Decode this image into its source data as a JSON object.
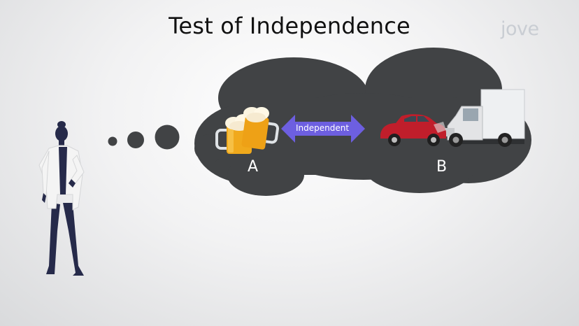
{
  "title": "Test of Independence",
  "logo": {
    "text": "jove"
  },
  "diagram": {
    "arrow_label": "Independent",
    "event_a": {
      "label": "A",
      "icon": "beer-mugs-icon"
    },
    "event_b": {
      "label": "B",
      "icon": "car-crash-icon"
    },
    "person_icon": "scientist-silhouette-icon"
  },
  "colors": {
    "cloud": "#414345",
    "arrow": "#6d5fe0",
    "figure": "#262a4a",
    "coat": "#f4f4f4",
    "beer": "#f0a91c",
    "car": "#c01e2b"
  }
}
